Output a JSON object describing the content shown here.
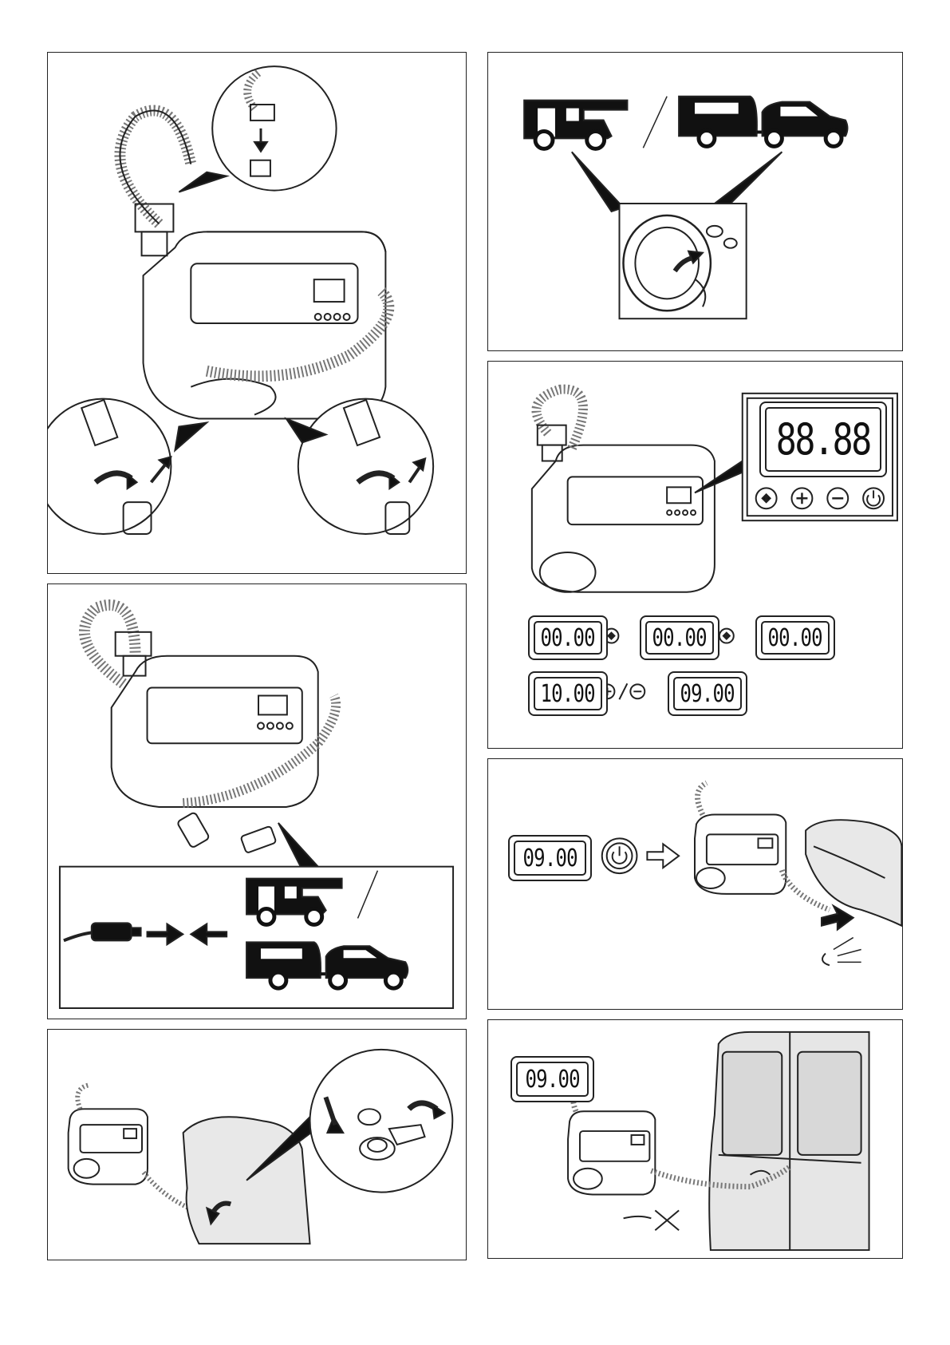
{
  "figures": {
    "display_main": "88.88",
    "row1": [
      "00.00",
      "00.00",
      "00.00"
    ],
    "row2": [
      "10.00",
      "09.00"
    ],
    "start_display": "09.00",
    "end_display": "09.00"
  },
  "icons": [
    "switch-mode-icon",
    "plus-icon",
    "minus-icon",
    "power-icon",
    "arrow-icon",
    "motorhome-icon",
    "caravan-icon",
    "car-icon",
    "plug-icon"
  ]
}
